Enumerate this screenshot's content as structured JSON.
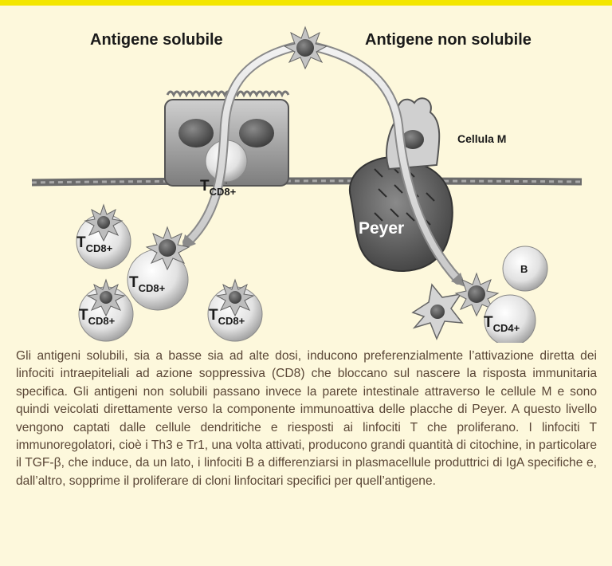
{
  "header": {
    "accent_color": "#f3e600"
  },
  "labels": {
    "soluble": "Antigene solubile",
    "non_soluble": "Antigene non solubile",
    "m_cell": "Cellula M",
    "peyer": "Peyer",
    "b_cell": "B",
    "t_main": "T",
    "cd8_sub": "CD8+",
    "cd4_sub": "CD4+"
  },
  "caption": "Gli antigeni solubili, sia a basse sia ad alte dosi, inducono preferenzialmente l’attivazione diretta dei linfociti intraepiteliali ad azione soppressiva (CD8) che bloccano sul nascere la risposta immunitaria specifica. Gli antigeni non solubili passano invece la parete intestinale attraverso le cellule M e sono quindi veicolati direttamente verso la componente immunoattiva delle placche di Peyer. A questo livello vengono captati dalle cellule dendritiche e riesposti ai linfociti T che proliferano. I linfociti T immunoregolatori, cioè i Th3 e Tr1, una volta attivati, producono grandi quantità di citochine, in particolare il TGF-β, che induce, da un lato, i linfociti B a differenziarsi in plasmacellule produttrici di IgA specifiche e, dall’altro, sopprime il proliferare di cloni linfocitari specifici per quell’antigene.",
  "colors": {
    "background": "#fdf8dc",
    "caption_text": "#5a4636"
  }
}
